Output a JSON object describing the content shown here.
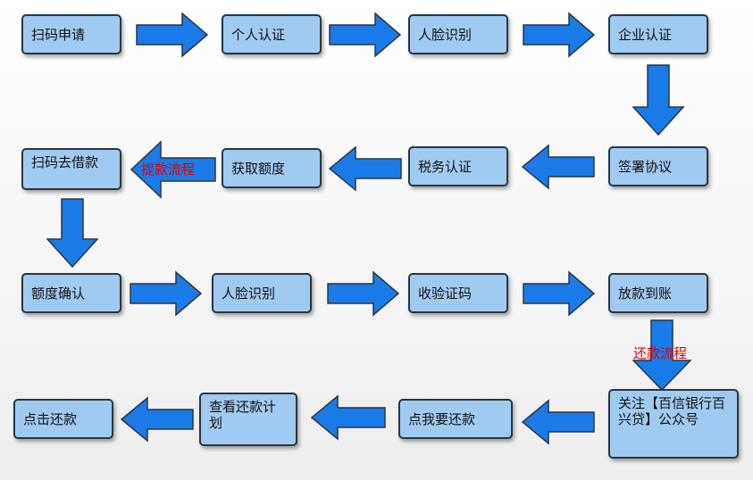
{
  "steps": {
    "scan_apply": "扫码申请",
    "personal_auth": "个人认证",
    "face_recog_1": "人脸识别",
    "enterprise_auth": "企业认证",
    "sign_agreement": "签署协议",
    "tax_auth": "税务认证",
    "get_quota": "获取额度",
    "scan_borrow": "扫码去借款",
    "confirm_quota": "额度确认",
    "face_recog_2": "人脸识别",
    "verify_code": "收验证码",
    "disburse": "放款到账",
    "follow_account": "关注【百信银行百兴贷】公众号",
    "repay_click": "点我要还款",
    "view_plan": "查看还款计划",
    "click_repay": "点击还款"
  },
  "notes": {
    "withdraw_flow": "提款流程",
    "repay_flow": "还款流程"
  },
  "colors": {
    "box_fill": "#9fcbf2",
    "arrow_fill": "#1a7be8",
    "note_text": "#e00000"
  }
}
